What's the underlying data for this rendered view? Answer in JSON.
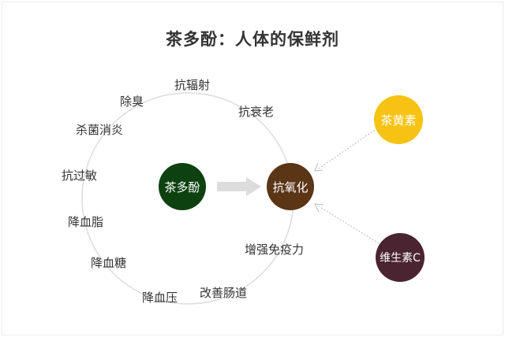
{
  "title": "茶多酚：人体的保鲜剂",
  "center_left": {
    "label": "茶多酚",
    "color": "#0d4210"
  },
  "center_right": {
    "label": "抗氧化",
    "color": "#5a3516"
  },
  "sources": [
    {
      "label": "茶黄素",
      "color": "#f6c314"
    },
    {
      "label": "维生素C",
      "color": "#4a2430"
    }
  ],
  "effects": [
    "抗辐射",
    "抗衰老",
    "除臭",
    "杀菌消炎",
    "抗过敏",
    "降血脂",
    "降血糖",
    "降血压",
    "改善肠道",
    "增强免疫力"
  ],
  "colors": {
    "ring": "#dddddd",
    "arrow": "#dcdcdc",
    "dotted": "#bbbbbb"
  }
}
